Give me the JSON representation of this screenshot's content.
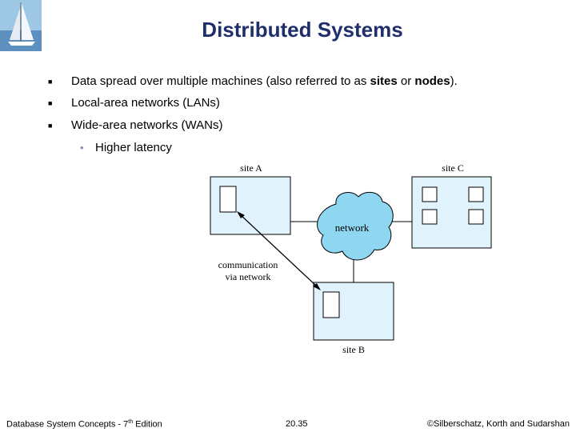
{
  "title": "Distributed Systems",
  "bullets": [
    {
      "pre": "Data spread over multiple machines (also referred to as ",
      "strong1": "sites",
      "mid": " or ",
      "strong2": "nodes",
      "post": ")."
    },
    {
      "pre": "Local-area networks (LANs)"
    },
    {
      "pre": "Wide-area networks (WANs)"
    }
  ],
  "sub_bullets": [
    "Higher latency"
  ],
  "diagram": {
    "site_a": "site A",
    "site_b": "site B",
    "site_c": "site C",
    "network": "network",
    "comm_line1": "communication",
    "comm_line2": "via network"
  },
  "footer": {
    "left_pre": "Database System Concepts - 7",
    "left_sup": "th",
    "left_post": " Edition",
    "center": "20.35",
    "right": "©Silberschatz, Korth and Sudarshan"
  },
  "colors": {
    "title": "#1f2f6b",
    "box_fill": "#e0f2fb",
    "network_fill": "#8fd6f0",
    "bullet_sub": "#7a8fb8"
  },
  "icons": {
    "logo": "sailboat-icon"
  }
}
